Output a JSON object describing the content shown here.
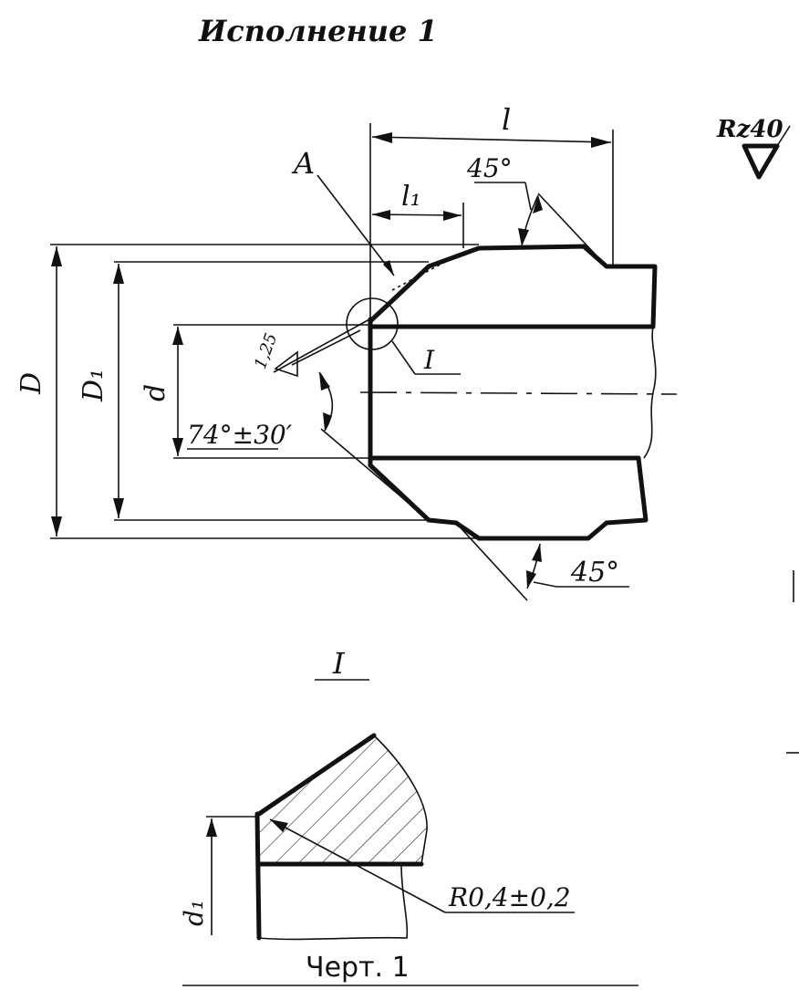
{
  "title": "Исполнение 1",
  "caption": "Черт. 1",
  "surface_finish": "Rz40",
  "labels": {
    "l": "l",
    "l1": "l₁",
    "A": "A",
    "angle_top": "45°",
    "angle_bottom": "45°",
    "D": "D",
    "D1": "D₁",
    "d": "d",
    "roughness_local": "1,25",
    "view_marker": "I",
    "cone_angle": "74°±30′",
    "detail_title": "I",
    "d1": "d₁",
    "radius": "R0,4±0,2"
  }
}
